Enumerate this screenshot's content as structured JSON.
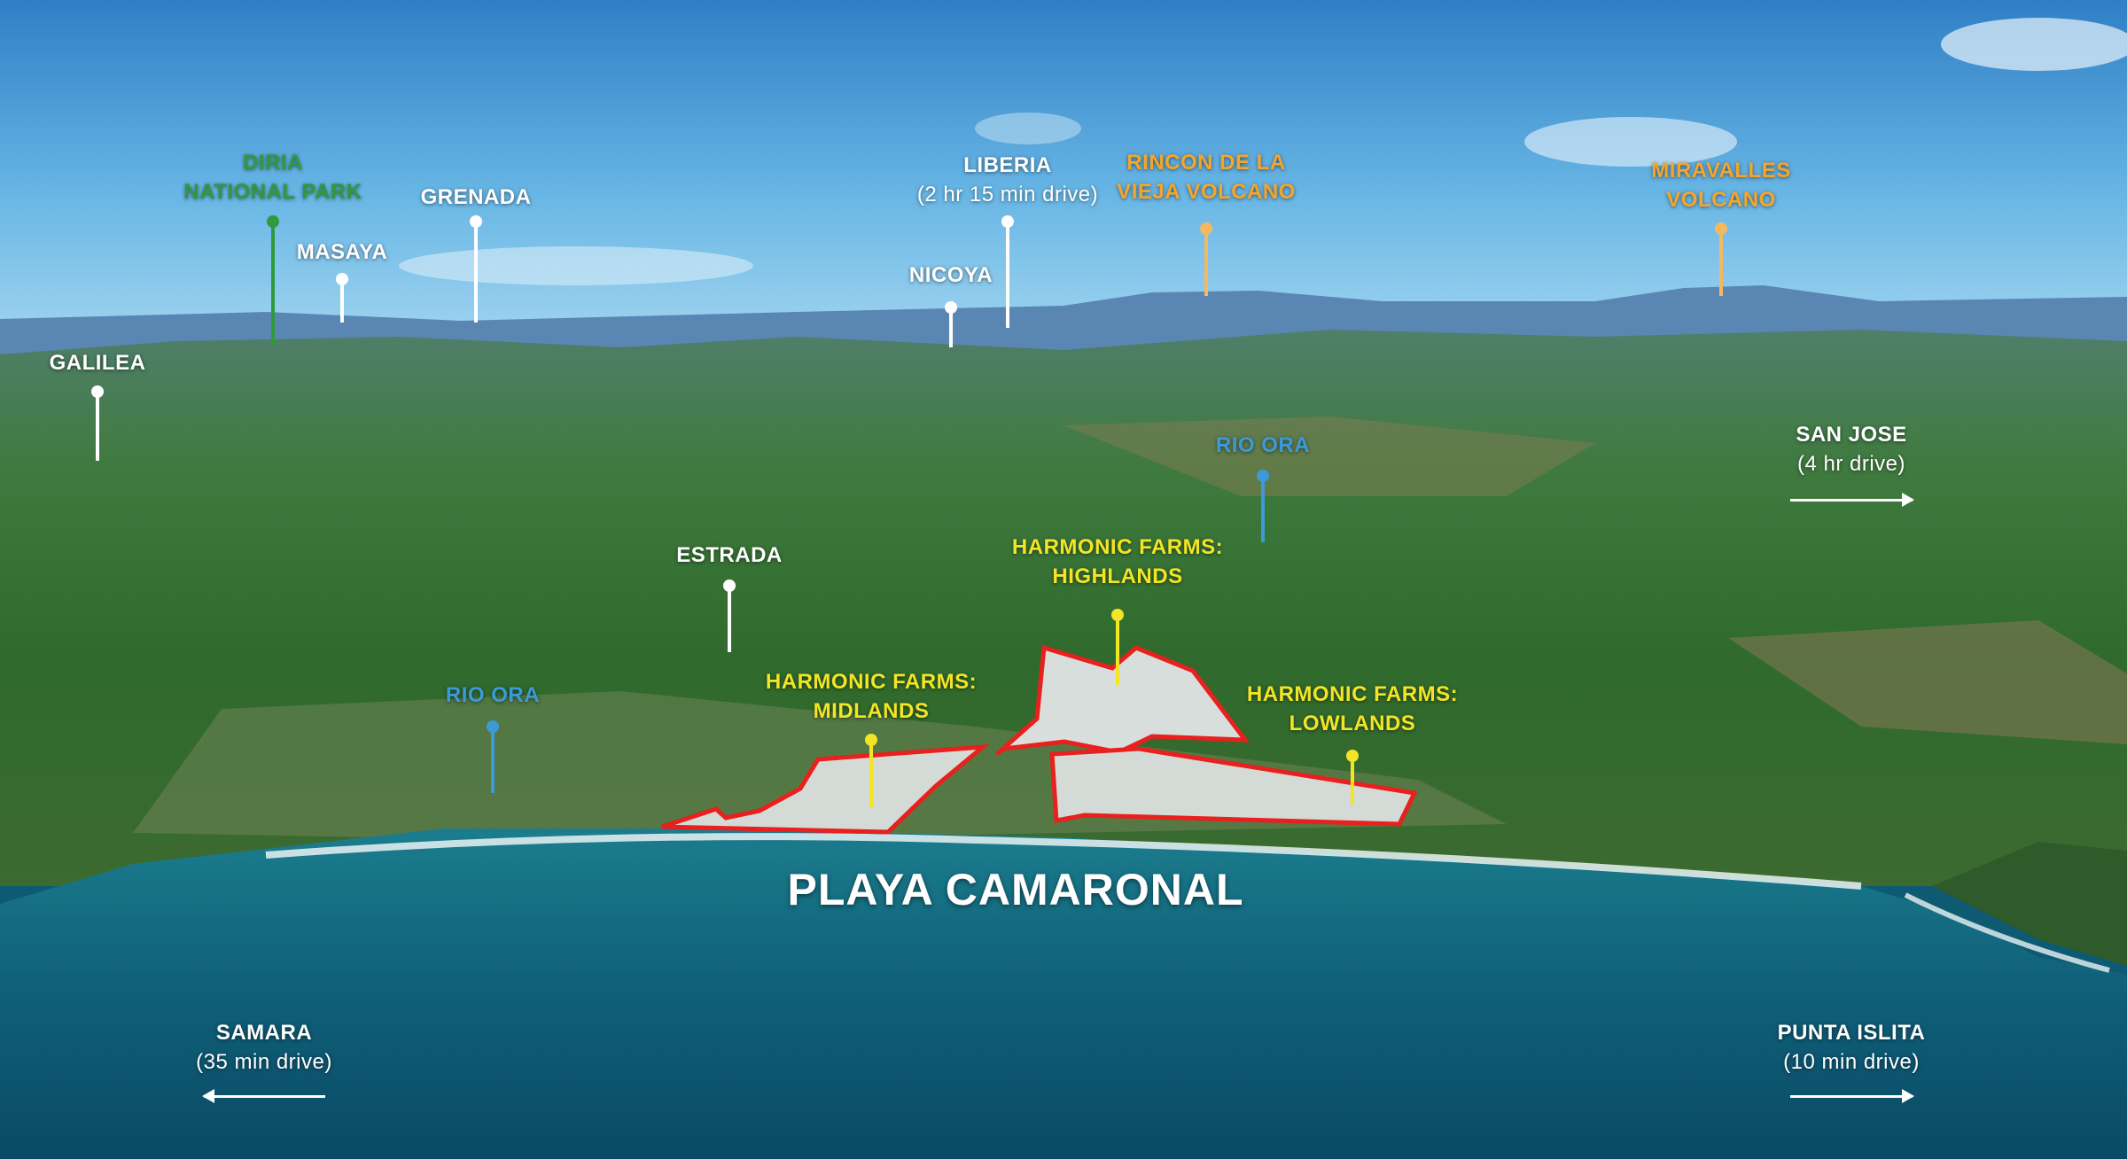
{
  "colors": {
    "white_label": "#ffffff",
    "park": "#2f9a3c",
    "volcano": "#f5a52a",
    "river": "#3d9ad8",
    "farm": "#f2e526",
    "parcel_outline": "#e8201e"
  },
  "labels": {
    "diria": {
      "line1": "DIRIA",
      "line2": "NATIONAL PARK"
    },
    "masaya": {
      "line1": "MASAYA"
    },
    "grenada": {
      "line1": "GRENADA"
    },
    "galilea": {
      "line1": "GALILEA"
    },
    "liberia": {
      "line1": "LIBERIA",
      "line2": "(2 hr 15 min drive)"
    },
    "nicoya": {
      "line1": "NICOYA"
    },
    "rincon": {
      "line1": "RINCON DE LA",
      "line2": "VIEJA VOLCANO"
    },
    "miravalles": {
      "line1": "MIRAVALLES",
      "line2": "VOLCANO"
    },
    "rio_ora_upper": {
      "line1": "RIO ORA"
    },
    "san_jose": {
      "line1": "SAN JOSE",
      "line2": "(4 hr drive)"
    },
    "estrada": {
      "line1": "ESTRADA"
    },
    "highlands": {
      "line1": "HARMONIC FARMS:",
      "line2": "HIGHLANDS"
    },
    "rio_ora_lower": {
      "line1": "RIO ORA"
    },
    "midlands": {
      "line1": "HARMONIC FARMS:",
      "line2": "MIDLANDS"
    },
    "lowlands": {
      "line1": "HARMONIC FARMS:",
      "line2": "LOWLANDS"
    },
    "samara": {
      "line1": "SAMARA",
      "line2": "(35 min drive)"
    },
    "punta_islita": {
      "line1": "PUNTA ISLITA",
      "line2": "(10 min drive)"
    }
  },
  "beach_title": "PLAYA CAMARONAL"
}
